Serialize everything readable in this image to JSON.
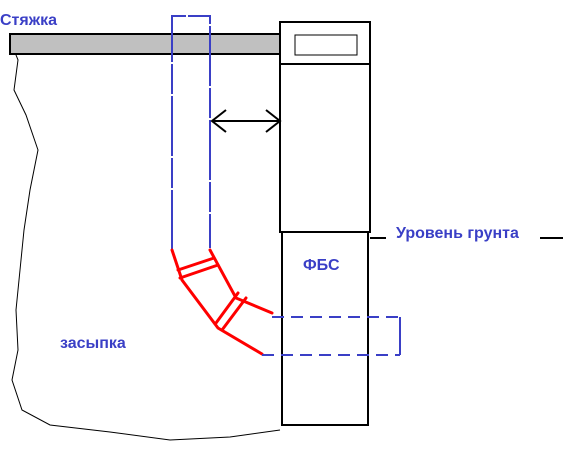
{
  "labels": {
    "screed": "Стяжка",
    "ground_level": "Уровень грунта",
    "fbs": "ФБС",
    "backfill": "засыпка"
  },
  "colors": {
    "label_blue": "#3a3fc6",
    "pipe_blue": "#3a3fc6",
    "elbow_red": "#ff0000",
    "outline": "#000000",
    "screed_fill": "#c0c0c0"
  }
}
